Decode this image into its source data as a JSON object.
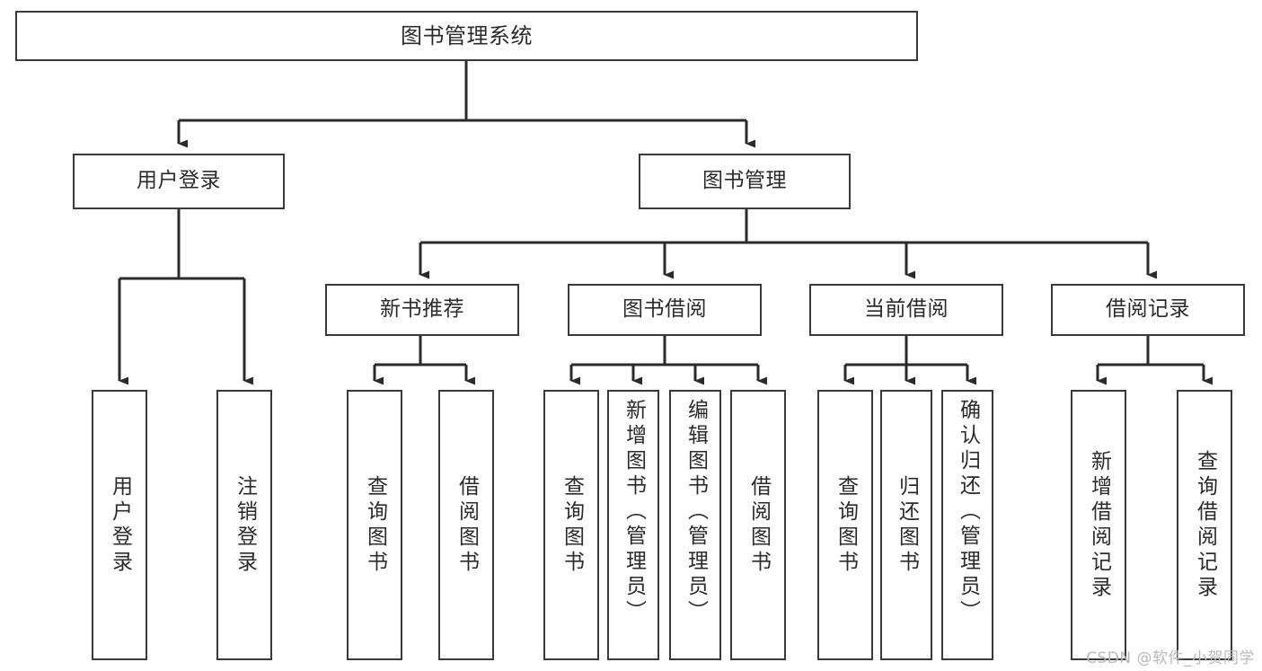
{
  "diagram": {
    "title": "图书管理系统",
    "type": "tree-hierarchy",
    "watermark": "CSDN @软件_小贺同学",
    "colors": {
      "background": "#ffffff",
      "box_border": "#3a3a3a",
      "box_fill": "#ffffff",
      "text": "#2b2b2b",
      "edge": "#2b2b2b",
      "watermark": "#b9b9b9"
    },
    "nodes": {
      "root": {
        "label": "图书管理系统"
      },
      "level1": [
        {
          "id": "user-login",
          "label": "用户登录"
        },
        {
          "id": "book-manage",
          "label": "图书管理"
        }
      ],
      "level2": [
        {
          "id": "new-book-recommend",
          "label": "新书推荐"
        },
        {
          "id": "book-borrow",
          "label": "图书借阅"
        },
        {
          "id": "current-borrow",
          "label": "当前借阅"
        },
        {
          "id": "borrow-record",
          "label": "借阅记录"
        }
      ],
      "leaves": {
        "user-login": [
          {
            "id": "leaf-user-login",
            "label": "用户登录"
          },
          {
            "id": "leaf-logout-login",
            "label": "注销登录"
          }
        ],
        "new-book-recommend": [
          {
            "id": "leaf-query-book-1",
            "label": "查询图书"
          },
          {
            "id": "leaf-borrow-book-1",
            "label": "借阅图书"
          }
        ],
        "book-borrow": [
          {
            "id": "leaf-query-book-2",
            "label": "查询图书"
          },
          {
            "id": "leaf-add-book",
            "label": "新增图书（管理员）"
          },
          {
            "id": "leaf-edit-book",
            "label": "编辑图书（管理员）"
          },
          {
            "id": "leaf-borrow-book-2",
            "label": "借阅图书"
          }
        ],
        "current-borrow": [
          {
            "id": "leaf-query-book-3",
            "label": "查询图书"
          },
          {
            "id": "leaf-return-book",
            "label": "归还图书"
          },
          {
            "id": "leaf-confirm-return",
            "label": "确认归还（管理员）"
          }
        ],
        "borrow-record": [
          {
            "id": "leaf-add-record",
            "label": "新增借阅记录"
          },
          {
            "id": "leaf-query-record",
            "label": "查询借阅记录"
          }
        ]
      }
    }
  }
}
